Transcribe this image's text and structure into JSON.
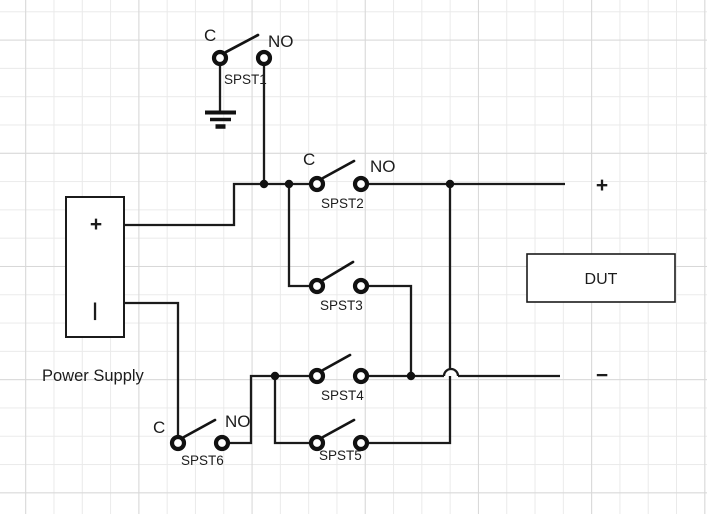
{
  "labels": {
    "power_supply": "Power Supply",
    "psu_plus": "+",
    "psu_minus": "|",
    "rail_plus": "+",
    "rail_minus": "−",
    "dut": "DUT"
  },
  "switches": [
    {
      "name": "SPST1",
      "c": "C",
      "no": "NO"
    },
    {
      "name": "SPST2",
      "c": "C",
      "no": "NO"
    },
    {
      "name": "SPST3"
    },
    {
      "name": "SPST4"
    },
    {
      "name": "SPST5"
    },
    {
      "name": "SPST6",
      "c": "C",
      "no": "NO"
    }
  ],
  "colors": {
    "wire": "#1b1b1b",
    "text": "#1c1c1c",
    "grid_minor": "#eaeaea",
    "grid_major": "#d8d8d8",
    "background": "#ffffff"
  }
}
